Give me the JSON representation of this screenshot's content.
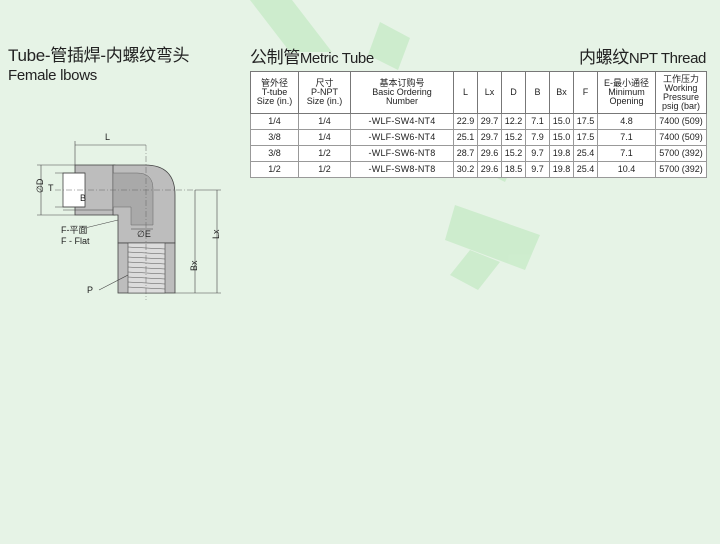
{
  "page": {
    "title_zh": "Tube-管插焊-内螺纹弯头",
    "title_en": "Female lbows",
    "metric_zh": "公制管",
    "metric_en": "Metric Tube",
    "thread_zh": "内螺纹",
    "thread_en": "NPT Thread"
  },
  "diagram": {
    "label_L": "L",
    "label_T": "T",
    "label_B": "B",
    "label_D": "∅D",
    "label_E": "∅E",
    "label_flat_zh": "F-平面",
    "label_flat_en": "F - Flat",
    "label_P": "P",
    "label_Bx": "Bx",
    "label_Lx": "Lx"
  },
  "table": {
    "headers": {
      "tube": [
        "管外径",
        "T-tube",
        "Size (in.)"
      ],
      "npt": [
        "尺寸",
        "P-NPT",
        "Size (in.)"
      ],
      "order": [
        "基本订购号",
        "Basic Ordering",
        "Number"
      ],
      "L": "L",
      "Lx": "Lx",
      "D": "D",
      "B": "B",
      "Bx": "Bx",
      "F": "F",
      "E": [
        "E-最小通径",
        "Minimum",
        "Opening"
      ],
      "press": [
        "工作压力",
        "Working",
        "Pressure",
        "psig (bar)"
      ]
    },
    "rows": [
      [
        "1/4",
        "1/4",
        "-WLF-SW4-NT4",
        "22.9",
        "29.7",
        "12.2",
        "7.1",
        "15.0",
        "17.5",
        "4.8",
        "7400 (509)"
      ],
      [
        "3/8",
        "1/4",
        "-WLF-SW6-NT4",
        "25.1",
        "29.7",
        "15.2",
        "7.9",
        "15.0",
        "17.5",
        "7.1",
        "7400 (509)"
      ],
      [
        "3/8",
        "1/2",
        "-WLF-SW6-NT8",
        "28.7",
        "29.6",
        "15.2",
        "9.7",
        "19.8",
        "25.4",
        "7.1",
        "5700 (392)"
      ],
      [
        "1/2",
        "1/2",
        "-WLF-SW8-NT8",
        "30.2",
        "29.6",
        "18.5",
        "9.7",
        "19.8",
        "25.4",
        "10.4",
        "5700 (392)"
      ]
    ]
  }
}
